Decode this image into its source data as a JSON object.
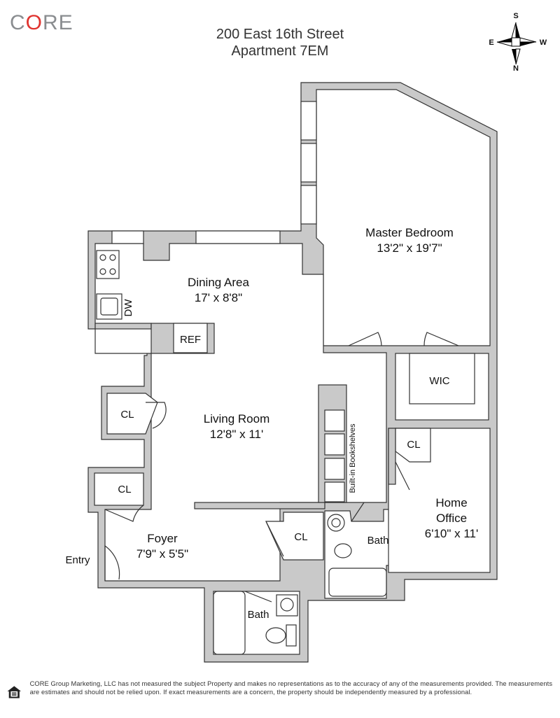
{
  "brand": {
    "logo_prefix": "C",
    "logo_o": "O",
    "logo_suffix": "RE",
    "accent": "#e0332f"
  },
  "header": {
    "address": "200 East 16th Street",
    "unit": "Apartment 7EM"
  },
  "compass": {
    "north": "N",
    "south": "S",
    "east": "E",
    "west": "W"
  },
  "rooms": {
    "master_bedroom": {
      "name": "Master Bedroom",
      "size": "13'2\" x 19'7\""
    },
    "dining": {
      "name": "Dining Area",
      "size": "17' x 8'8\""
    },
    "living": {
      "name": "Living Room",
      "size": "12'8\" x 11'"
    },
    "foyer": {
      "name": "Foyer",
      "size": "7'9\" x 5'5\""
    },
    "office": {
      "name1": "Home",
      "name2": "Office",
      "size": "6'10\" x 11'"
    },
    "wic": "WIC",
    "bath1": "Bath",
    "bath2": "Bath",
    "closet": "CL",
    "ref": "REF",
    "dw": "DW",
    "bookshelves": "Built-in Bookshelves",
    "entry": "Entry"
  },
  "footer": {
    "disclaimer": "CORE Group Marketing, LLC has not measured the subject Property and makes no representations as to the accuracy of any of the measurements provided. The measurements are estimates and should not be relied upon. If exact measurements are a concern, the property should be independently measured by a professional."
  }
}
